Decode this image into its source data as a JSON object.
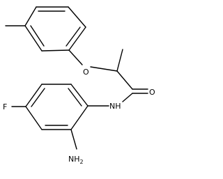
{
  "structure": {
    "atoms": {
      "oxygen_ether": "O",
      "oxygen_carbonyl": "O",
      "amide_nh": "NH",
      "fluorine": "F",
      "amine_nh": "NH",
      "amine_subscript": "2"
    }
  }
}
